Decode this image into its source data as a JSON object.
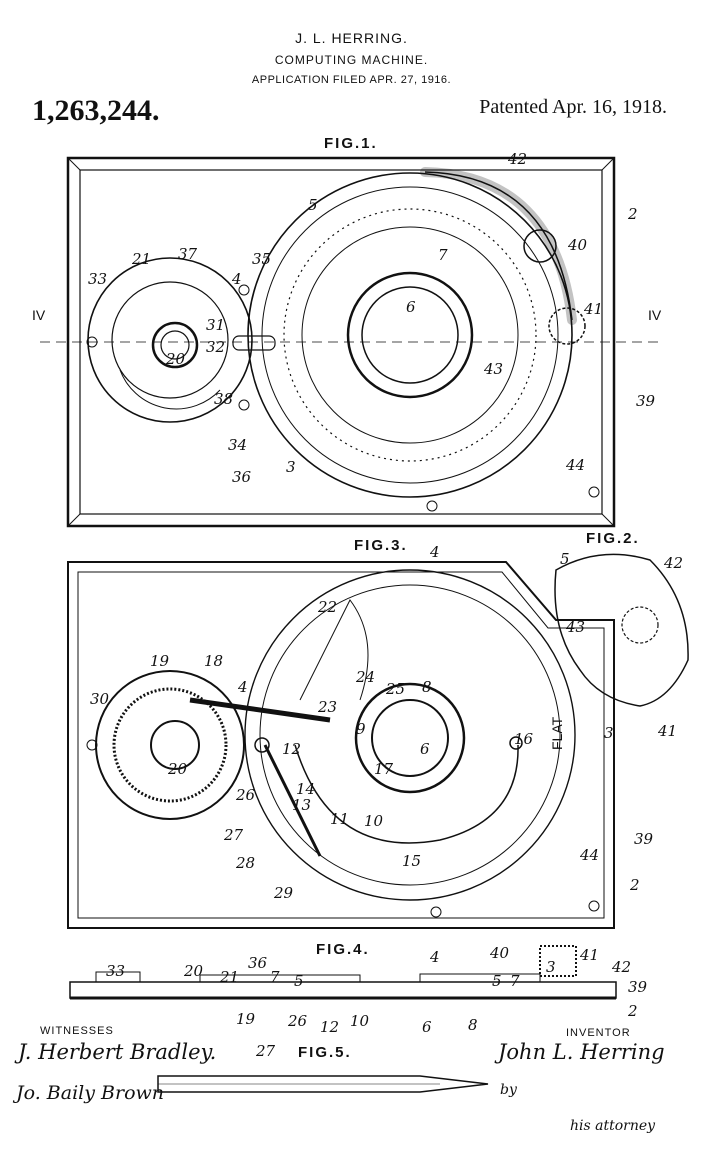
{
  "header": {
    "inventor_line": "J. L. HERRING.",
    "title_line": "COMPUTING MACHINE.",
    "filed_line": "APPLICATION FILED APR. 27, 1916.",
    "patent_number": "1,263,244.",
    "patented_date": "Patented Apr. 16, 1918."
  },
  "figures": {
    "fig1": "FIG.1.",
    "fig2": "FIG.2.",
    "fig3": "FIG.3.",
    "fig4": "FIG.4.",
    "fig5": "FIG.5."
  },
  "labels": {
    "witnesses": "WITNESSES",
    "inventor": "INVENTOR",
    "section_mark": "IV"
  },
  "signatures": {
    "witness_1": "J. Herbert Bradley.",
    "witness_2": "Jo. Baily Brown",
    "inventor": "John L. Herring",
    "by": "by",
    "attorney": "his attorney"
  },
  "scale_flat": "FLAT",
  "ref_numerals_fig1": [
    "42",
    "2",
    "5",
    "7",
    "40",
    "21",
    "37",
    "35",
    "4",
    "33",
    "6",
    "41",
    "31",
    "32",
    "20",
    "43",
    "39",
    "38",
    "34",
    "36",
    "44",
    "3",
    "4"
  ],
  "ref_numerals_fig3": [
    "22",
    "19",
    "18",
    "23",
    "24",
    "25",
    "8",
    "30",
    "4",
    "9",
    "20",
    "17",
    "6",
    "16",
    "12",
    "14",
    "13",
    "26",
    "11",
    "10",
    "39",
    "27",
    "15",
    "44",
    "28",
    "29",
    "2",
    "4"
  ],
  "ref_numerals_fig2": [
    "5",
    "42",
    "43",
    "41",
    "3"
  ],
  "ref_numerals_fig4": [
    "40",
    "41",
    "33",
    "20",
    "21",
    "36",
    "7",
    "5",
    "5",
    "7",
    "3",
    "42",
    "39",
    "2",
    "19",
    "27",
    "26",
    "12",
    "10",
    "6",
    "8"
  ]
}
